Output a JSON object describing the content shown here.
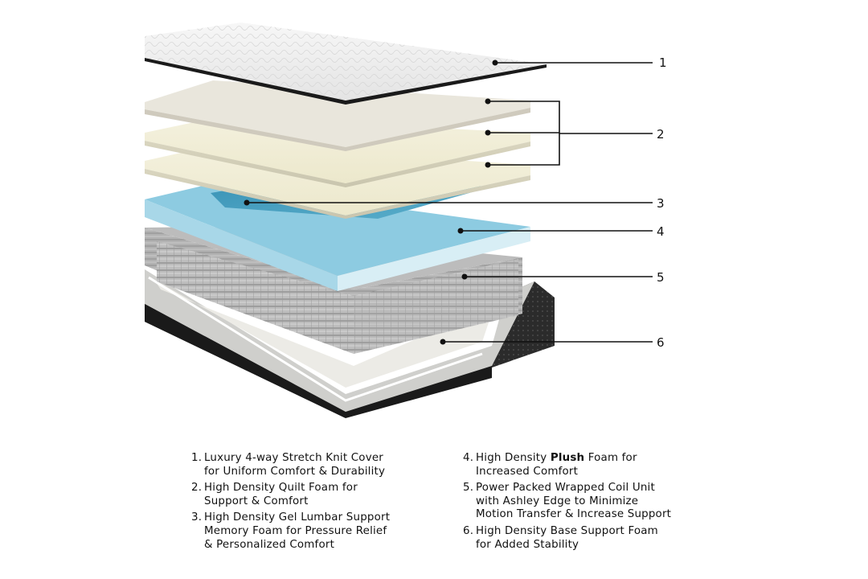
{
  "callouts": [
    "1",
    "2",
    "3",
    "4",
    "5",
    "6"
  ],
  "legend": {
    "left": [
      {
        "num": "1.",
        "pre": "Luxury 4-way Stretch Knit Cover for Uniform Comfort & Durability",
        "bold": "",
        "post": ""
      },
      {
        "num": "2.",
        "pre": "High Density Quilt Foam for Support & Comfort",
        "bold": "",
        "post": ""
      },
      {
        "num": "3.",
        "pre": "High Density Gel Lumbar Support Memory Foam for Pressure Relief & Personalized Comfort",
        "bold": "",
        "post": ""
      }
    ],
    "right": [
      {
        "num": "4.",
        "pre": "High Density ",
        "bold": "Plush",
        "post": " Foam for Increased Comfort"
      },
      {
        "num": "5.",
        "pre": "Power Packed Wrapped Coil Unit with Ashley Edge to Minimize Motion Transfer & Increase Support",
        "bold": "",
        "post": ""
      },
      {
        "num": "6.",
        "pre": "High Density Base Support Foam for Added Stability",
        "bold": "",
        "post": ""
      }
    ]
  },
  "colors": {
    "cover": "#efefef",
    "cover_edge": "#1a1a1a",
    "quilt_foam": "#f3f1df",
    "gel_foam": "#3d97b8",
    "plush_foam": "#7fc3dc",
    "coil": "#a9a9a9",
    "base_foam": "#ededea",
    "side_fabric": "#2a2a2a"
  }
}
